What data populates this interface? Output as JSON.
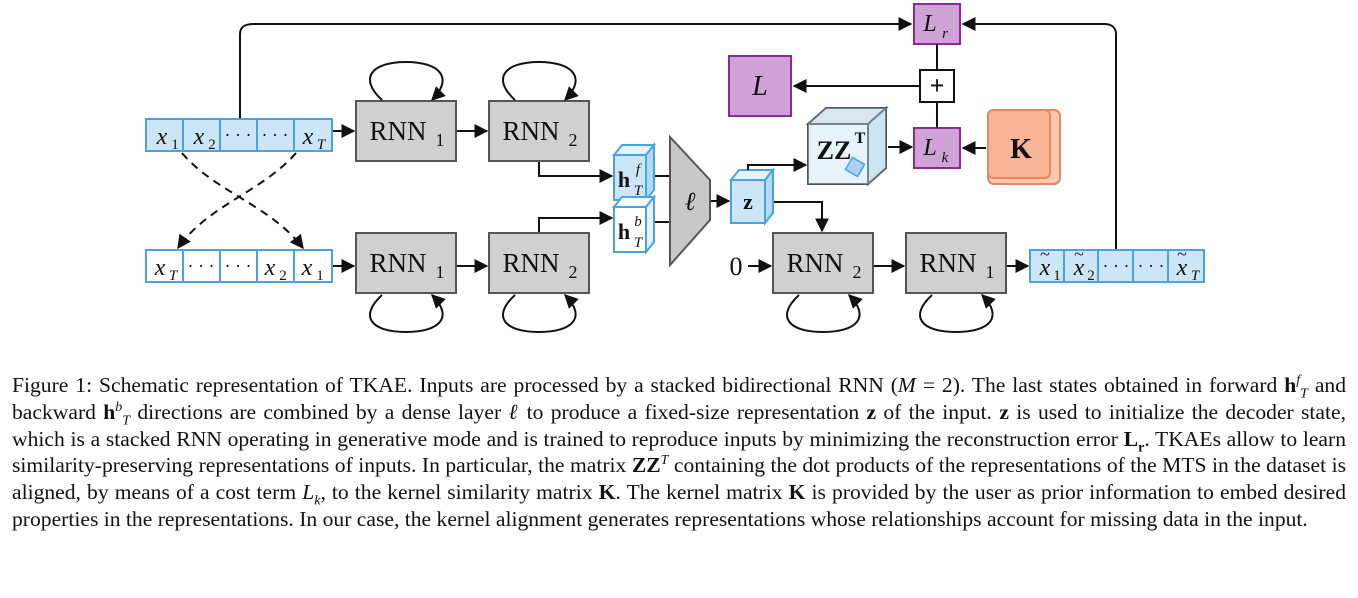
{
  "figure": {
    "rnn1": "RNN",
    "rnn2": "RNN",
    "sub1": "1",
    "sub2": "2",
    "x1": "x",
    "x2": "x",
    "xT": "x",
    "idx1": "1",
    "idx2": "2",
    "idxT": "T",
    "dots": "· · ·",
    "h": "h",
    "h_f": "f",
    "h_b": "b",
    "h_T": "T",
    "ell": "ℓ",
    "z": "z",
    "zero": "0",
    "ZZ": "ZZ",
    "ZZ_sup": "T",
    "L": "L",
    "Lr_sub": "r",
    "Lk_sub": "k",
    "plus": "+",
    "K": "K"
  },
  "caption": {
    "s1": "Figure 1: Schematic representation of TKAE. Inputs are processed by a stacked bidirectional RNN (",
    "M": "M",
    "s2": " = 2). The last states obtained in forward ",
    "s3": " and backward ",
    "s4": " directions are combined by a dense layer ",
    "s5": " to produce a fixed-size representation ",
    "s6": " of the input. ",
    "s7": " is used to initialize the decoder state, which is a stacked RNN operating in generative mode and is trained to reproduce inputs by minimizing the reconstruction error ",
    "s8": ". TKAEs allow to learn similarity-preserving representations of inputs. In particular, the matrix ",
    "s9": " containing the dot products of the representations of the MTS in the dataset is aligned, by means of a cost term ",
    "s10": ", to the kernel similarity matrix ",
    "s11": ". The kernel matrix ",
    "s12": " is provided by the user as prior information to embed desired properties in the representations. In our case, the kernel alignment generates representations whose relationships account for missing data in the input."
  }
}
